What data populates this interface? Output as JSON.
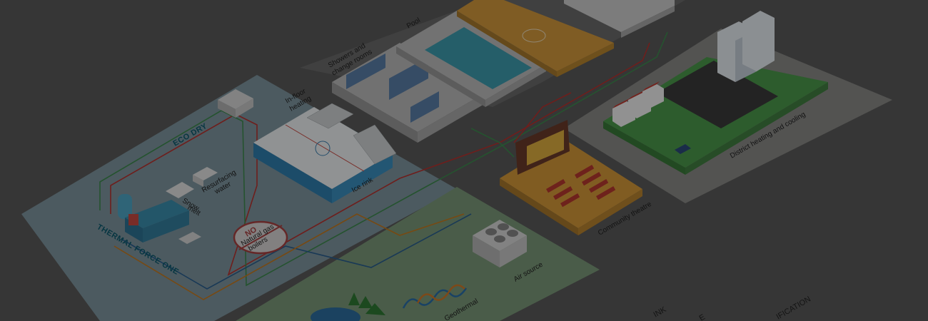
{
  "labels": {
    "eco_dry": "ECO DRY",
    "thermal_force_one": "THERMAL FORCE ONE",
    "infloor_line1": "In-floor",
    "infloor_line2": "heating",
    "showers_line1": "Showers and",
    "showers_line2": "change rooms",
    "pool": "Pool",
    "ice_rink": "Ice rink",
    "snow_line1": "Snow",
    "snow_line2": "melt",
    "resurf_line1": "Resurfacing",
    "resurf_line2": "water",
    "no": "NO",
    "natural_gas_line1": "Natural gas",
    "natural_gas_line2": "boilers",
    "community_theatre": "Community theatre",
    "district": "District heating and cooling",
    "air_source": "Air source",
    "geothermal": "Geothermal",
    "bottom_1": "INK",
    "bottom_2": "E",
    "bottom_3": "IFICATION"
  },
  "colors": {
    "background": "#5a5a5a",
    "tile_blue": "#7f96a0",
    "tile_green": "#7c9a7a",
    "tile_gray": "#8a8a88",
    "pipe_red": "#b8332f",
    "pipe_green": "#3e8a4f",
    "pipe_blue": "#2a5f8f",
    "pipe_orange": "#c77a1e",
    "brand_teal": "#0d5a6e"
  }
}
